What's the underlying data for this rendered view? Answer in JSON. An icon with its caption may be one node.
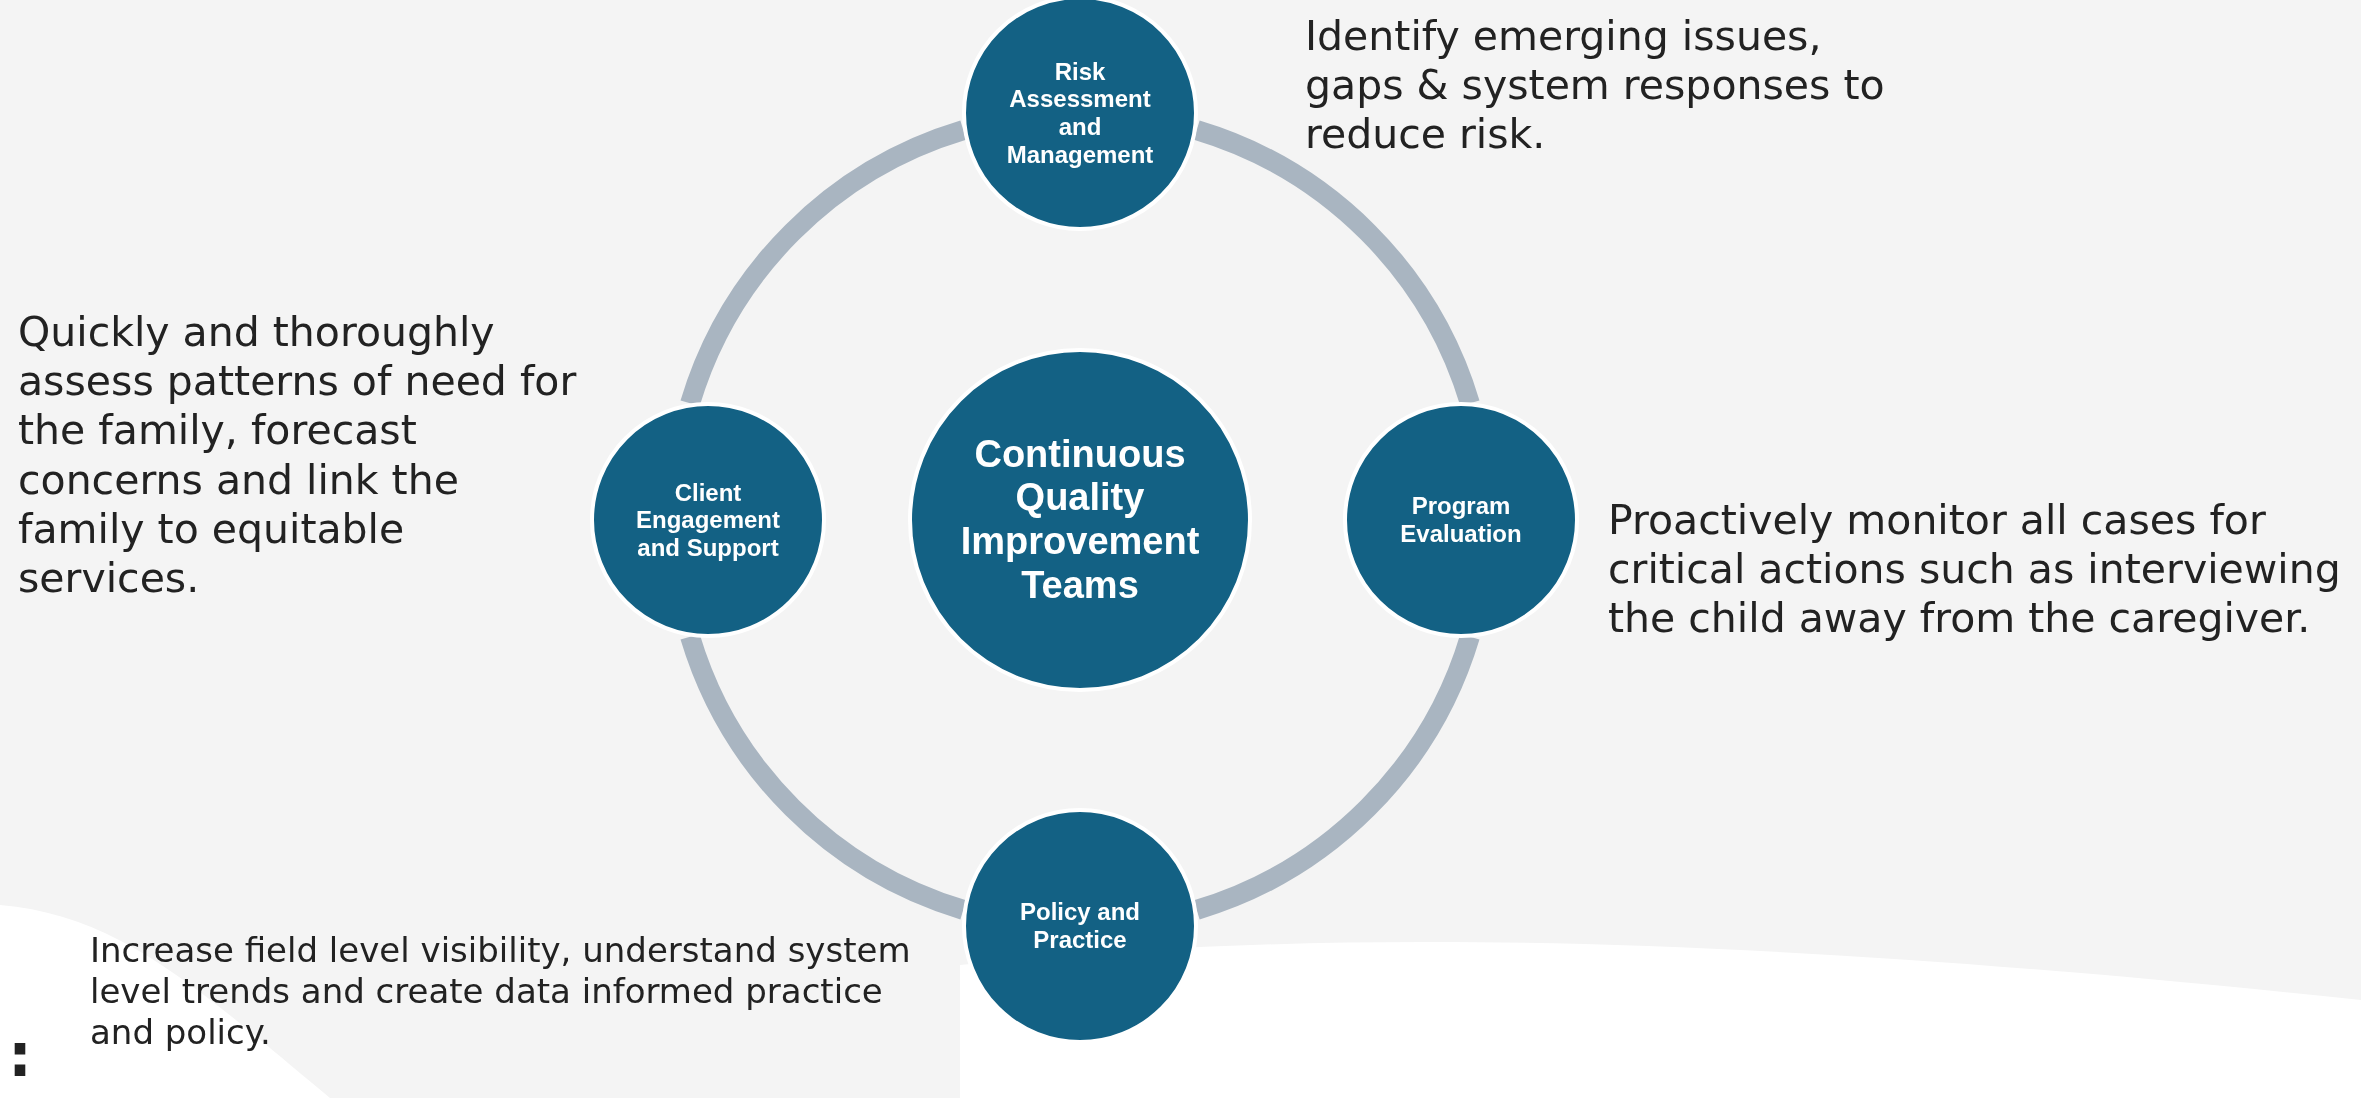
{
  "diagram": {
    "nodes": [
      {
        "text": [
          "Risk Assessment and Management"
        ],
        "beside": [
          "Identify emerging issues, gaps & system responses to reduce risk."
        ]
      },
      {
        "text": [
          "Client Engagement and Support"
        ],
        "beside": [
          "Quickly and thoroughly assess patterns of need for the family, forecast concerns and link the family to equitable services."
        ]
      },
      {
        "text": [
          "Continuous Quality Improvement Teams"
        ]
      },
      {
        "text": [
          "Program Evaluation"
        ],
        "beside": [
          "Proactively monitor all cases for critical actions such as interviewing the child away from the caregiver."
        ]
      },
      {
        "text": [
          "Policy and Practice"
        ],
        "beside": [
          "Increase field level visibility, understand system level trends and create data informed practice and policy."
        ]
      }
    ],
    "edges": [
      {
        "from": 0,
        "to": 3,
        "arrow": "none"
      },
      {
        "from": 3,
        "to": 4,
        "arrow": "none"
      },
      {
        "from": 4,
        "to": 1,
        "arrow": "none"
      },
      {
        "from": 1,
        "to": 0,
        "arrow": "none"
      }
    ],
    "labels": [
      ":"
    ]
  }
}
